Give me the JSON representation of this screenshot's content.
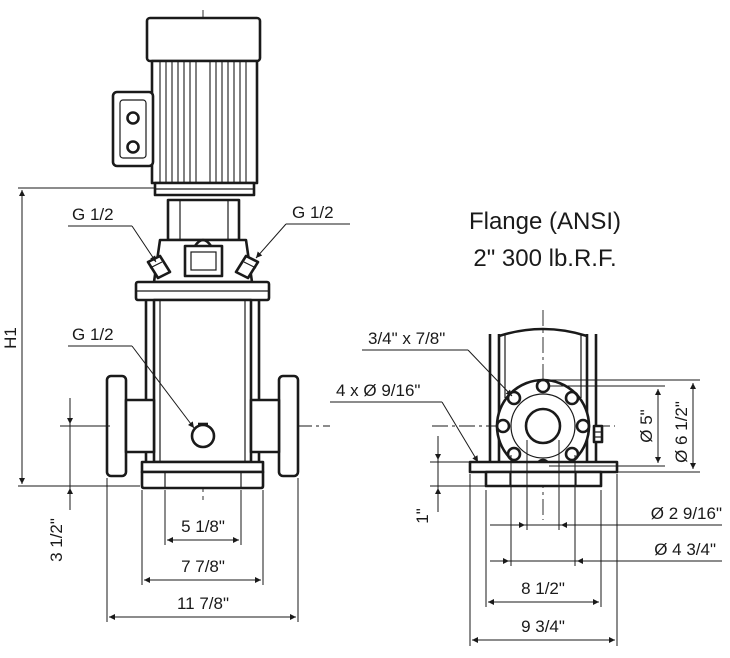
{
  "title": {
    "line1": "Flange (ANSI)",
    "line2": "2\" 300 lb.R.F."
  },
  "front_view": {
    "port_top_left": "G 1/2",
    "port_top_right": "G 1/2",
    "port_drain": "G 1/2",
    "height_label": "H1",
    "dim_base_height": "3 1/2\"",
    "dim_inner_width": "5 1/8\"",
    "dim_foot_width": "7 7/8\"",
    "dim_overall_width": "11 7/8\""
  },
  "side_view": {
    "slot_label": "3/4\" x 7/8\"",
    "holes_label": "4 x Ø 9/16\"",
    "dim_foot_height": "1\"",
    "dim_bore": "Ø 2 9/16\"",
    "dim_raised_face": "Ø 4 3/4\"",
    "dim_bolt_circle": "Ø 5\"",
    "dim_flange_od": "Ø 6 1/2\"",
    "dim_hole_spacing": "8 1/2\"",
    "dim_base_length": "9 3/4\""
  }
}
